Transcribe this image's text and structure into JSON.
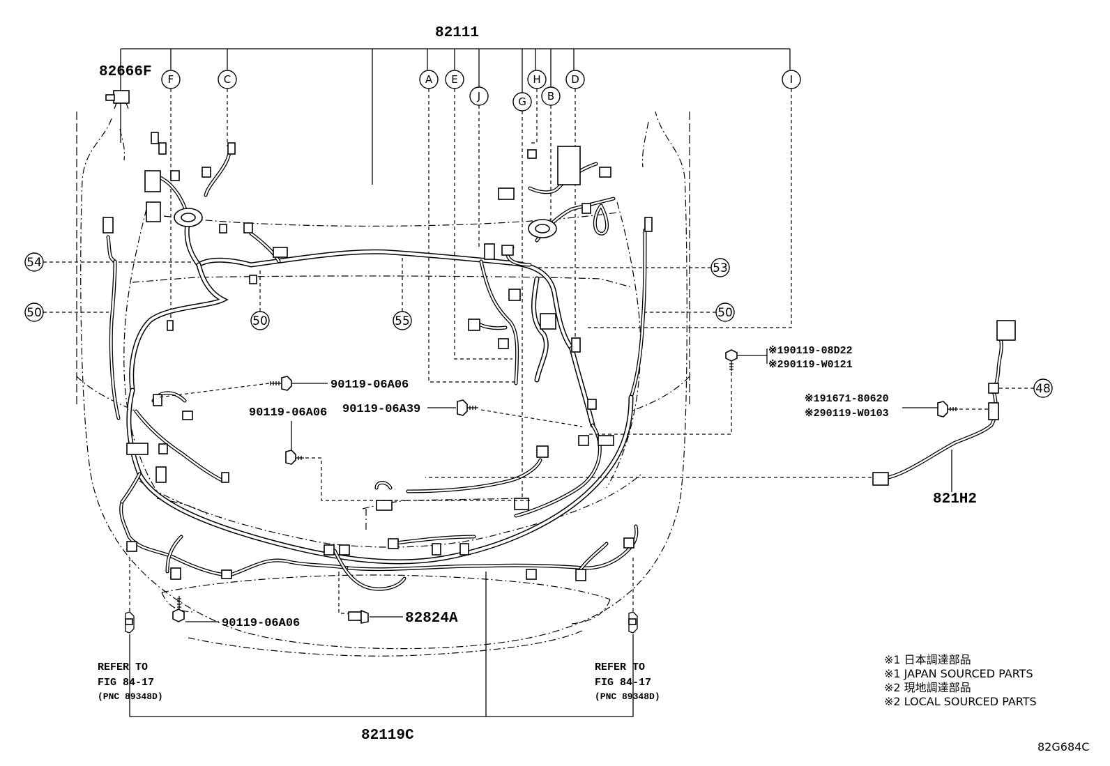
{
  "parts": {
    "main_harness": "82111",
    "clip_top_left": "82666F",
    "bumper_harness": "82119C",
    "sub_harness_right": "821H2",
    "sensor_bracket": "82824A"
  },
  "callouts": {
    "A": "A",
    "B": "B",
    "C": "C",
    "D": "D",
    "E": "E",
    "F": "F",
    "G": "G",
    "H": "H",
    "I": "I",
    "J": "J"
  },
  "ref_numbers": {
    "n54": "54",
    "n53": "53",
    "n50_left": "50",
    "n50_mid": "50",
    "n50_right": "50",
    "n55": "55",
    "n48": "48"
  },
  "bolts": {
    "b1": "90119-06A06",
    "b2": "90119-06A06",
    "b3": "90119-06A39",
    "b4": "90119-06A06",
    "right_bolt_1": "※190119-08D22",
    "right_bolt_2": "※290119-W0121",
    "sub_bolt_1": "※191671-80620",
    "sub_bolt_2": "※290119-W0103"
  },
  "refer_left": {
    "line1": "REFER TO",
    "line2": "FIG 84-17",
    "line3": "(PNC 89348D)"
  },
  "refer_right": {
    "line1": "REFER TO",
    "line2": "FIG 84-17",
    "line3": "(PNC 89348D)"
  },
  "legend": {
    "l1": "※1 日本調達部品",
    "l2": "※1 JAPAN SOURCED PARTS",
    "l3": "※2 現地調達部品",
    "l4": "※2 LOCAL SOURCED PARTS"
  },
  "diagram_id": "82G684C"
}
